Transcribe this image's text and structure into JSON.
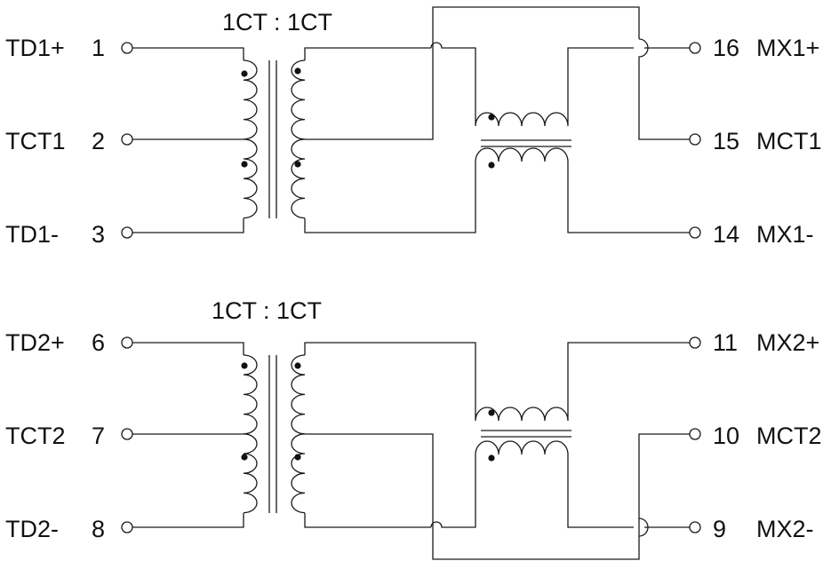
{
  "channels": [
    {
      "ratio": "1CT : 1CT",
      "left": [
        {
          "label": "TD1+",
          "pin": "1"
        },
        {
          "label": "TCT1",
          "pin": "2"
        },
        {
          "label": "TD1-",
          "pin": "3"
        }
      ],
      "right": [
        {
          "label": "MX1+",
          "pin": "16"
        },
        {
          "label": "MCT1",
          "pin": "15"
        },
        {
          "label": "MX1-",
          "pin": "14"
        }
      ]
    },
    {
      "ratio": "1CT : 1CT",
      "left": [
        {
          "label": "TD2+",
          "pin": "6"
        },
        {
          "label": "TCT2",
          "pin": "7"
        },
        {
          "label": "TD2-",
          "pin": "8"
        }
      ],
      "right": [
        {
          "label": "MX2+",
          "pin": "11"
        },
        {
          "label": "MCT2",
          "pin": "10"
        },
        {
          "label": "MX2-",
          "pin": "9"
        }
      ]
    }
  ]
}
